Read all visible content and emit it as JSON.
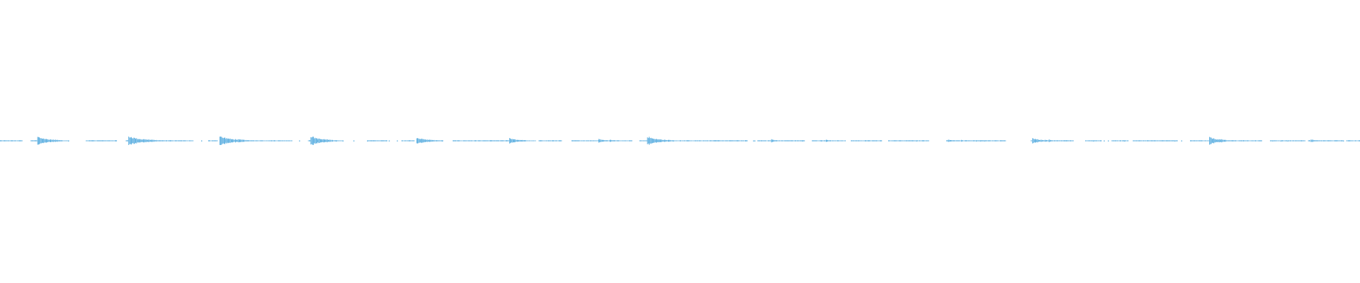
{
  "waveform": {
    "color": "#5aaee0",
    "background": "#ffffff",
    "sample_count": 1568,
    "bursts": [
      [
        0.0,
        0.02,
        0.05
      ],
      [
        0.027,
        0.06,
        0.7
      ],
      [
        0.094,
        0.07,
        0.8
      ],
      [
        0.161,
        0.07,
        0.8
      ],
      [
        0.228,
        0.06,
        0.8
      ],
      [
        0.306,
        0.05,
        0.6
      ],
      [
        0.374,
        0.05,
        0.45
      ],
      [
        0.44,
        0.03,
        0.35
      ],
      [
        0.448,
        0.02,
        0.3
      ],
      [
        0.476,
        0.06,
        0.7
      ],
      [
        0.567,
        0.02,
        0.3
      ],
      [
        0.607,
        0.02,
        0.2
      ],
      [
        0.644,
        0.01,
        0.15
      ],
      [
        0.697,
        0.02,
        0.3
      ],
      [
        0.707,
        0.01,
        0.2
      ],
      [
        0.759,
        0.05,
        0.45
      ],
      [
        0.771,
        0.02,
        0.3
      ],
      [
        0.889,
        0.05,
        0.65
      ],
      [
        0.898,
        0.02,
        0.35
      ],
      [
        0.964,
        0.02,
        0.3
      ]
    ],
    "segments": [
      [
        0.0,
        0.016
      ],
      [
        0.022,
        0.045
      ],
      [
        0.063,
        0.086
      ],
      [
        0.092,
        0.142
      ],
      [
        0.153,
        0.16
      ],
      [
        0.165,
        0.18
      ],
      [
        0.184,
        0.215
      ],
      [
        0.226,
        0.245
      ],
      [
        0.27,
        0.285
      ],
      [
        0.295,
        0.305
      ],
      [
        0.315,
        0.326
      ],
      [
        0.333,
        0.386
      ],
      [
        0.396,
        0.413
      ],
      [
        0.42,
        0.465
      ],
      [
        0.47,
        0.49
      ],
      [
        0.5,
        0.55
      ],
      [
        0.557,
        0.592
      ],
      [
        0.597,
        0.622
      ],
      [
        0.626,
        0.649
      ],
      [
        0.653,
        0.683
      ],
      [
        0.696,
        0.74
      ],
      [
        0.758,
        0.767
      ],
      [
        0.772,
        0.79
      ],
      [
        0.798,
        0.81
      ],
      [
        0.817,
        0.83
      ],
      [
        0.833,
        0.866
      ],
      [
        0.875,
        0.89
      ],
      [
        0.895,
        0.928
      ],
      [
        0.934,
        0.96
      ],
      [
        0.962,
        0.988
      ],
      [
        0.99,
        1.0
      ]
    ],
    "dots": [
      0.05,
      0.148,
      0.22,
      0.247,
      0.252,
      0.26,
      0.27,
      0.286,
      0.292,
      0.325,
      0.495,
      0.554,
      0.555,
      0.59,
      0.604,
      0.608,
      0.674,
      0.718,
      0.721,
      0.724,
      0.804,
      0.812,
      0.815,
      0.827,
      0.864,
      0.869,
      0.936,
      0.942,
      0.947,
      0.988
    ]
  }
}
